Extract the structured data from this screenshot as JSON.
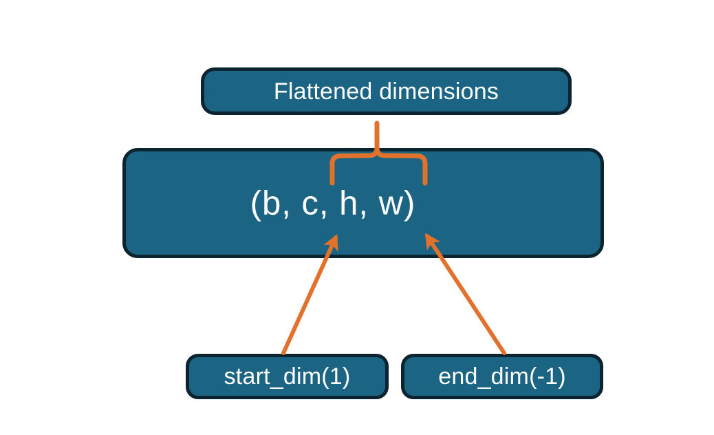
{
  "diagram": {
    "title": "Flatten dimensions annotation diagram",
    "background_color": "#ffffff",
    "nodes": {
      "flattened": {
        "label": "Flattened dimensions",
        "fill_color": "#1b6483",
        "border_color": "#0b2430",
        "text_color": "#ffffff"
      },
      "shape": {
        "label": "(b, c, h, w)",
        "fill_color": "#1b6483",
        "border_color": "#0b2430",
        "text_color": "#ffffff"
      },
      "start_dim": {
        "label": "start_dim(1)",
        "fill_color": "#1b6483",
        "border_color": "#0b2430",
        "text_color": "#ffffff"
      },
      "end_dim": {
        "label": "end_dim(-1)",
        "fill_color": "#1b6483",
        "border_color": "#0b2430",
        "text_color": "#ffffff"
      }
    },
    "annotations": {
      "accent_color": "#e2722b",
      "brace": {
        "name": "flattened-range-brace",
        "covers": "c, h, w"
      },
      "arrows": [
        {
          "name": "start-dim-arrow",
          "from": "start_dim",
          "to": "shape"
        },
        {
          "name": "end-dim-arrow",
          "from": "end_dim",
          "to": "shape"
        }
      ]
    }
  }
}
